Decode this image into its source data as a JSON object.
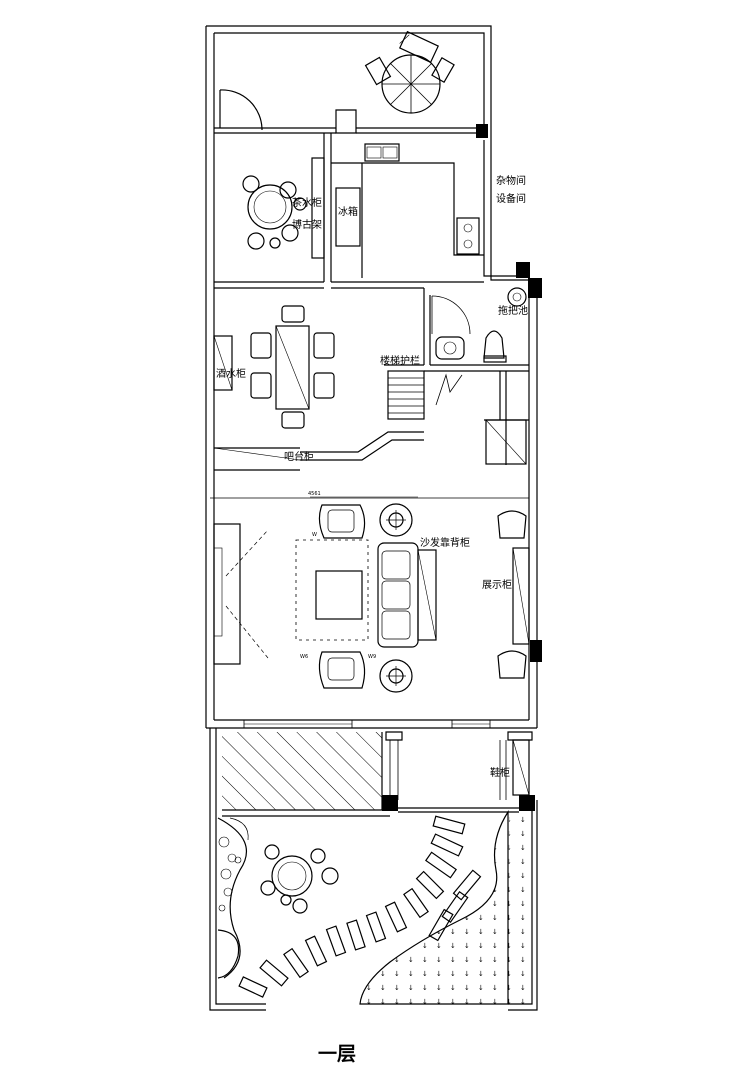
{
  "plan": {
    "title": "一层",
    "labels": {
      "storage": "杂物间",
      "equipment": "设备间",
      "fridge": "冰箱",
      "tea_cabinet": "茶水柜",
      "curio_shelf": "博古架",
      "mop_sink": "拖把池",
      "wine_cabinet": "酒水柜",
      "stair_rail": "楼梯护栏",
      "bar_counter": "吧台柜",
      "sofa_back_cabinet": "沙发靠背柜",
      "display_cabinet": "展示柜",
      "shoe_cabinet": "鞋柜"
    },
    "dimensions": {
      "top": "4561",
      "left_top": "W",
      "left_bottom": "W6",
      "right_bottom": "W9"
    }
  }
}
